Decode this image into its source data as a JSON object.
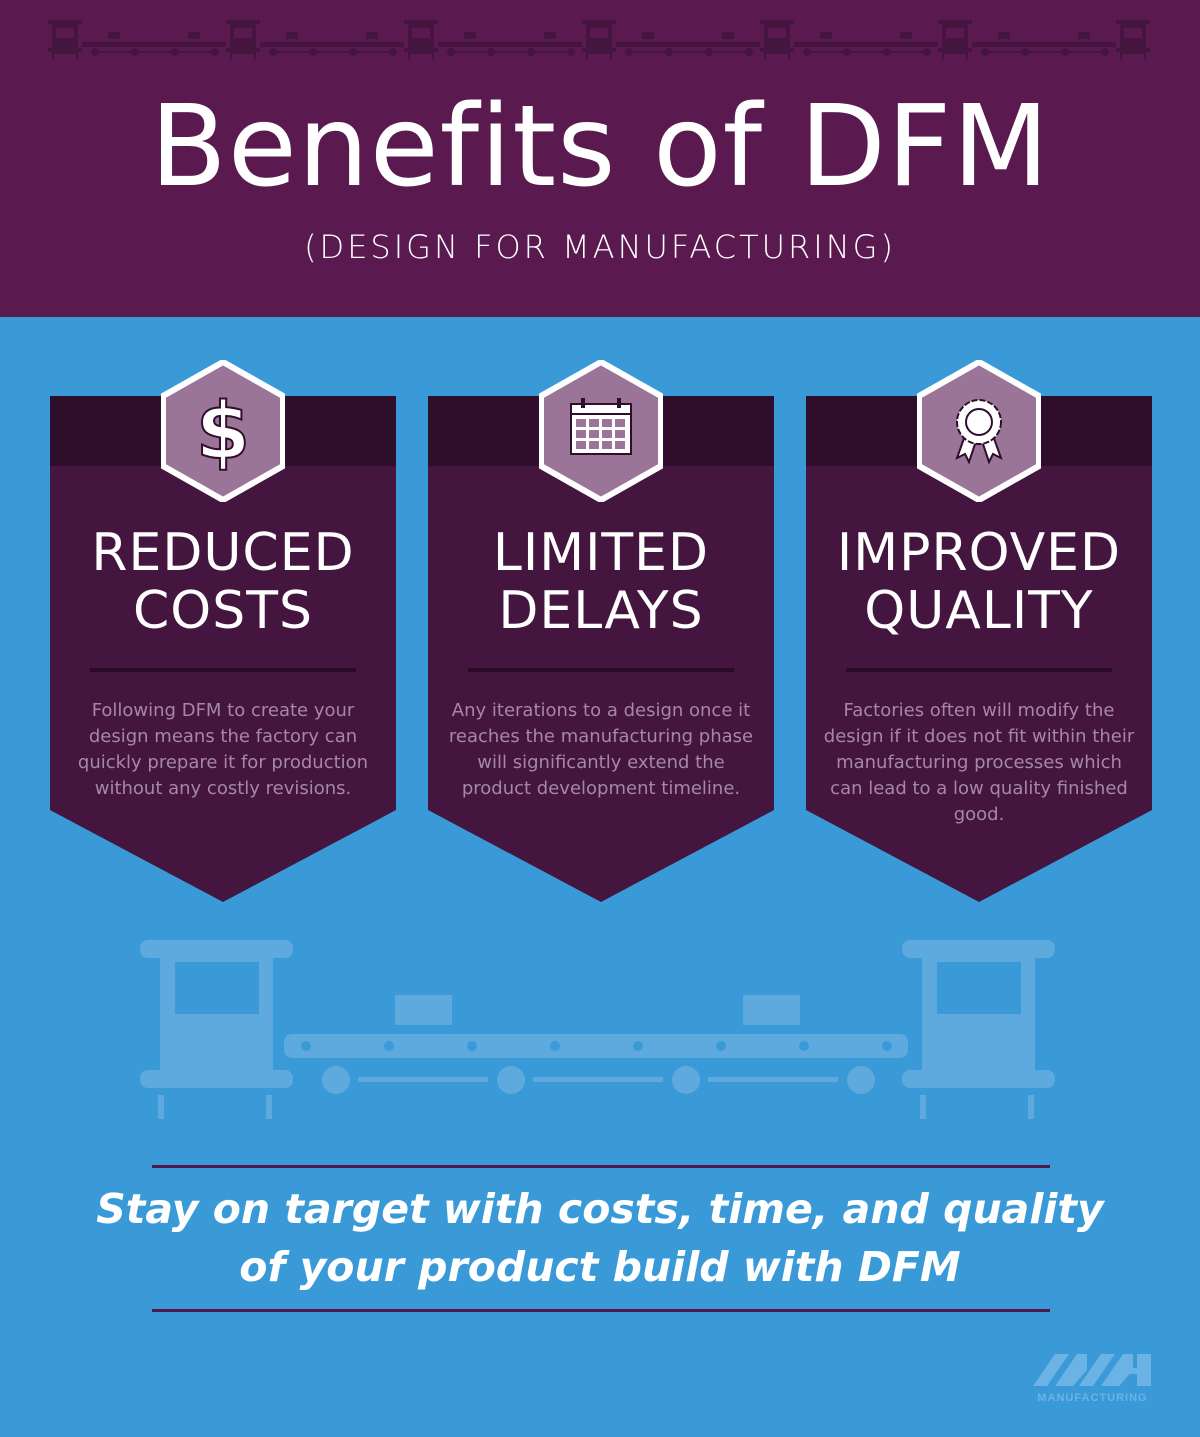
{
  "header": {
    "title": "Benefits of DFM",
    "subtitle": "(DESIGN FOR MANUFACTURING)"
  },
  "cards": [
    {
      "icon": "dollar-icon",
      "title_line1": "REDUCED",
      "title_line2": "COSTS",
      "text": "Following DFM to create your design means the factory can quickly prepare it for production without any costly revisions."
    },
    {
      "icon": "calendar-icon",
      "title_line1": "LIMITED",
      "title_line2": "DELAYS",
      "text": "Any iterations to a design once it reaches the manufacturing phase will significantly extend the product development timeline."
    },
    {
      "icon": "award-ribbon-icon",
      "title_line1": "IMPROVED",
      "title_line2": "QUALITY",
      "text": "Factories often will modify the design if it does not fit within their manufacturing processes which can lead to a low quality finished good."
    }
  ],
  "tagline": {
    "line1": "Stay on target with costs, time, and quality",
    "line2": "of your product build with DFM"
  },
  "logo": {
    "mark": "MH",
    "text": "MANUFACTURING"
  },
  "colors": {
    "header": "#5a1a50",
    "background": "#3a9ad8",
    "card_top": "#2f0e2b",
    "card_body": "#43153f",
    "hexagon": "#9b7598"
  }
}
